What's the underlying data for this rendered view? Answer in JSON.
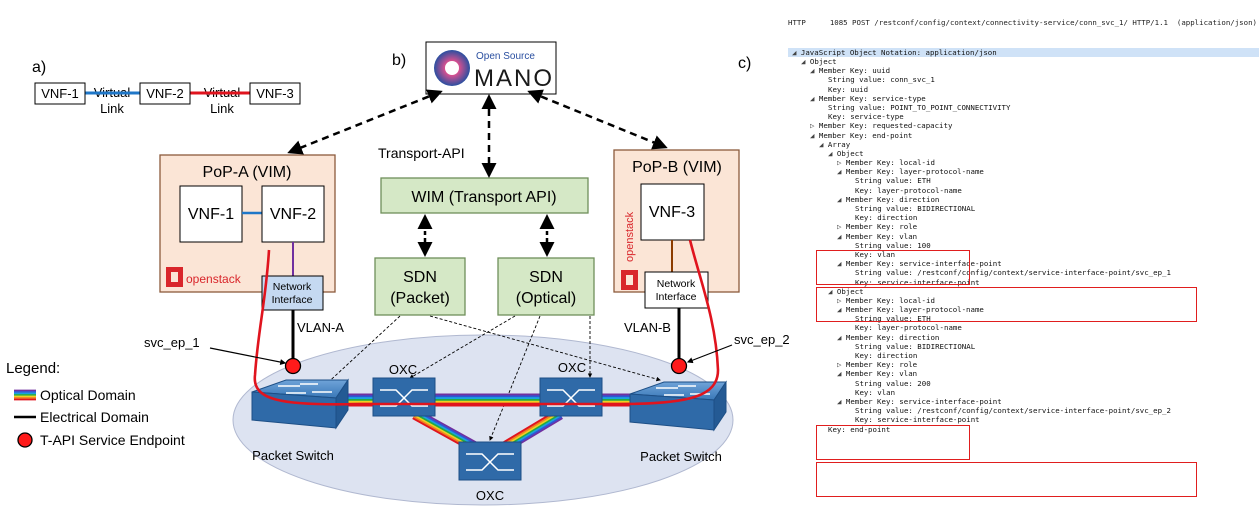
{
  "panel_a": {
    "label": "a)",
    "vnf1": "VNF-1",
    "vnf2": "VNF-2",
    "vnf3": "VNF-3",
    "link1_line1": "Virtual",
    "link1_line2": "Link",
    "link2_line1": "Virtual",
    "link2_line2": "Link",
    "link1_color": "#1f77c8",
    "link2_color": "#e0141e"
  },
  "panel_b": {
    "label": "b)",
    "mano_small": "Open Source",
    "mano_big": "MANO",
    "transport_api_label": "Transport-API",
    "wim": "WIM (Transport API)",
    "sdn_packet_l1": "SDN",
    "sdn_packet_l2": "(Packet)",
    "sdn_optical_l1": "SDN",
    "sdn_optical_l2": "(Optical)",
    "pop_a": {
      "title": "PoP-A (VIM)",
      "vnf1": "VNF-1",
      "vnf2": "VNF-2",
      "openstack": "openstack",
      "nic_l1": "Network",
      "nic_l2": "Interface",
      "vlan": "VLAN-A",
      "endpoint": "svc_ep_1"
    },
    "pop_b": {
      "title": "PoP-B (VIM)",
      "vnf3": "VNF-3",
      "openstack": "openstack",
      "nic_l1": "Network",
      "nic_l2": "Interface",
      "vlan": "VLAN-B",
      "endpoint": "svc_ep_2"
    },
    "oxc_labels": [
      "OXC",
      "OXC",
      "OXC"
    ],
    "switch_left": "Packet Switch",
    "switch_right": "Packet Switch",
    "legend": {
      "title": "Legend:",
      "optical": "Optical Domain",
      "electrical": "Electrical Domain",
      "endpoint": "T-API Service Endpoint"
    },
    "colors": {
      "pop_fill": "#fbe5d6",
      "pop_border": "#8c5a3c",
      "green_fill": "#d5e8c6",
      "green_border": "#6f8f5a",
      "nic_fill": "#c5d9f1",
      "cloud_fill": "#dde3f1",
      "device_blue": "#2f6aa8",
      "endpoint_red": "#ff1a1a",
      "path_red": "#e0141e"
    }
  },
  "panel_c": {
    "label": "c)",
    "header": {
      "protocol": "HTTP",
      "info": "1085 POST /restconf/config/context/connectivity-service/conn_svc_1/ HTTP/1.1  (application/json)"
    },
    "lines": [
      {
        "t": "◢",
        "text": "JavaScript Object Notation: application/json",
        "sel": true
      },
      {
        "t": "◢",
        "text": "Object"
      },
      {
        "t": "◢",
        "text": "Member Key: uuid"
      },
      {
        "t": "",
        "text": "String value: conn_svc_1"
      },
      {
        "t": "",
        "text": "Key: uuid"
      },
      {
        "t": "◢",
        "text": "Member Key: service-type"
      },
      {
        "t": "",
        "text": "String value: POINT_TO_POINT_CONNECTIVITY"
      },
      {
        "t": "",
        "text": "Key: service-type"
      },
      {
        "t": "▷",
        "text": "Member Key: requested-capacity"
      },
      {
        "t": "◢",
        "text": "Member Key: end-point"
      },
      {
        "t": "◢",
        "text": "Array"
      },
      {
        "t": "◢",
        "text": "Object"
      },
      {
        "t": "▷",
        "text": "Member Key: local-id"
      },
      {
        "t": "◢",
        "text": "Member Key: layer-protocol-name"
      },
      {
        "t": "",
        "text": "String value: ETH"
      },
      {
        "t": "",
        "text": "Key: layer-protocol-name"
      },
      {
        "t": "◢",
        "text": "Member Key: direction"
      },
      {
        "t": "",
        "text": "String value: BIDIRECTIONAL"
      },
      {
        "t": "",
        "text": "Key: direction"
      },
      {
        "t": "▷",
        "text": "Member Key: role"
      },
      {
        "t": "◢",
        "text": "Member Key: vlan"
      },
      {
        "t": "",
        "text": "String value: 100"
      },
      {
        "t": "",
        "text": "Key: vlan"
      },
      {
        "t": "◢",
        "text": "Member Key: service-interface-point"
      },
      {
        "t": "",
        "text": "String value: /restconf/config/context/service-interface-point/svc_ep_1"
      },
      {
        "t": "",
        "text": "Key: service-interface-point"
      },
      {
        "t": "◢",
        "text": "Object"
      },
      {
        "t": "▷",
        "text": "Member Key: local-id"
      },
      {
        "t": "◢",
        "text": "Member Key: layer-protocol-name"
      },
      {
        "t": "",
        "text": "String value: ETH"
      },
      {
        "t": "",
        "text": "Key: layer-protocol-name"
      },
      {
        "t": "◢",
        "text": "Member Key: direction"
      },
      {
        "t": "",
        "text": "String value: BIDIRECTIONAL"
      },
      {
        "t": "",
        "text": "Key: direction"
      },
      {
        "t": "▷",
        "text": "Member Key: role"
      },
      {
        "t": "◢",
        "text": "Member Key: vlan"
      },
      {
        "t": "",
        "text": "String value: 200"
      },
      {
        "t": "",
        "text": "Key: vlan"
      },
      {
        "t": "◢",
        "text": "Member Key: service-interface-point"
      },
      {
        "t": "",
        "text": "String value: /restconf/config/context/service-interface-point/svc_ep_2"
      },
      {
        "t": "",
        "text": "Key: service-interface-point"
      },
      {
        "t": "",
        "text": "Key: end-point"
      }
    ]
  }
}
